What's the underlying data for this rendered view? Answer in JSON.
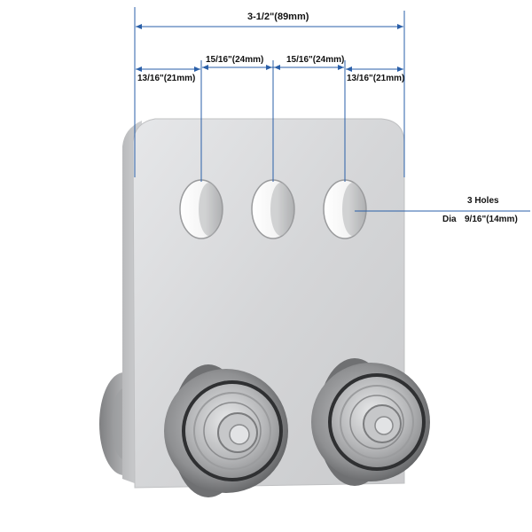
{
  "dimensions": {
    "overall_width": "3-1/2\"(89mm)",
    "hole_spacing_1": "15/16\"(24mm)",
    "hole_spacing_2": "15/16\"(24mm)",
    "edge_left": "13/16\"(21mm)",
    "edge_right": "13/16\"(21mm)",
    "holes_count": "3 Holes",
    "dia_label": "Dia",
    "hole_diameter": "9/16\"(14mm)"
  },
  "colors": {
    "dimension_line": "#2a5fa8",
    "plate": "#d9dadc",
    "text": "#111111"
  }
}
